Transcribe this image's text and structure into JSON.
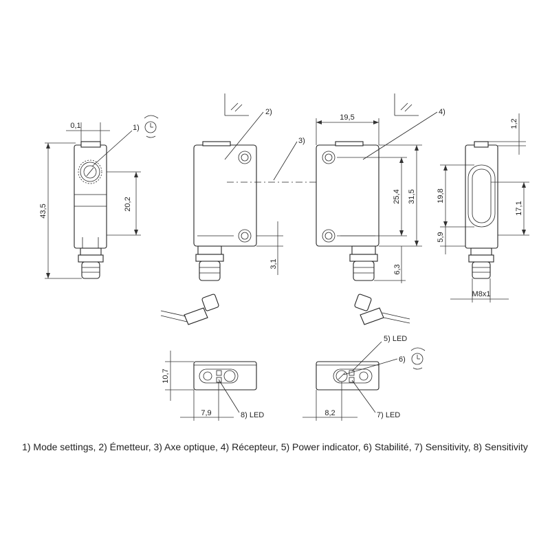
{
  "dimensions": {
    "d_0_1": "0,1",
    "d_43_5": "43,5",
    "d_20_2": "20,2",
    "d_3_1": "3,1",
    "d_19_5": "19,5",
    "d_25_4": "25,4",
    "d_31_5": "31,5",
    "d_6_3": "6,3",
    "d_1_2": "1,2",
    "d_19_8": "19,8",
    "d_17_1": "17,1",
    "d_5_9": "5,9",
    "d_m8x1": "M8x1",
    "d_10_7": "10,7",
    "d_7_9": "7,9",
    "d_8_2": "8,2"
  },
  "callouts": {
    "c1": "1)",
    "c2": "2)",
    "c3": "3)",
    "c4": "4)",
    "c5": "5) LED",
    "c6": "6)",
    "c7": "7) LED",
    "c8": "8) LED"
  },
  "caption": "1) Mode settings, 2) Émetteur, 3) Axe optique, 4) Récepteur, 5) Power indicator, 6) Stabilité, 7) Sensitivity, 8) Sensitivity",
  "icons": [
    "rotary-knob-icon",
    "optical-emitter-icon",
    "optical-receiver-icon"
  ]
}
